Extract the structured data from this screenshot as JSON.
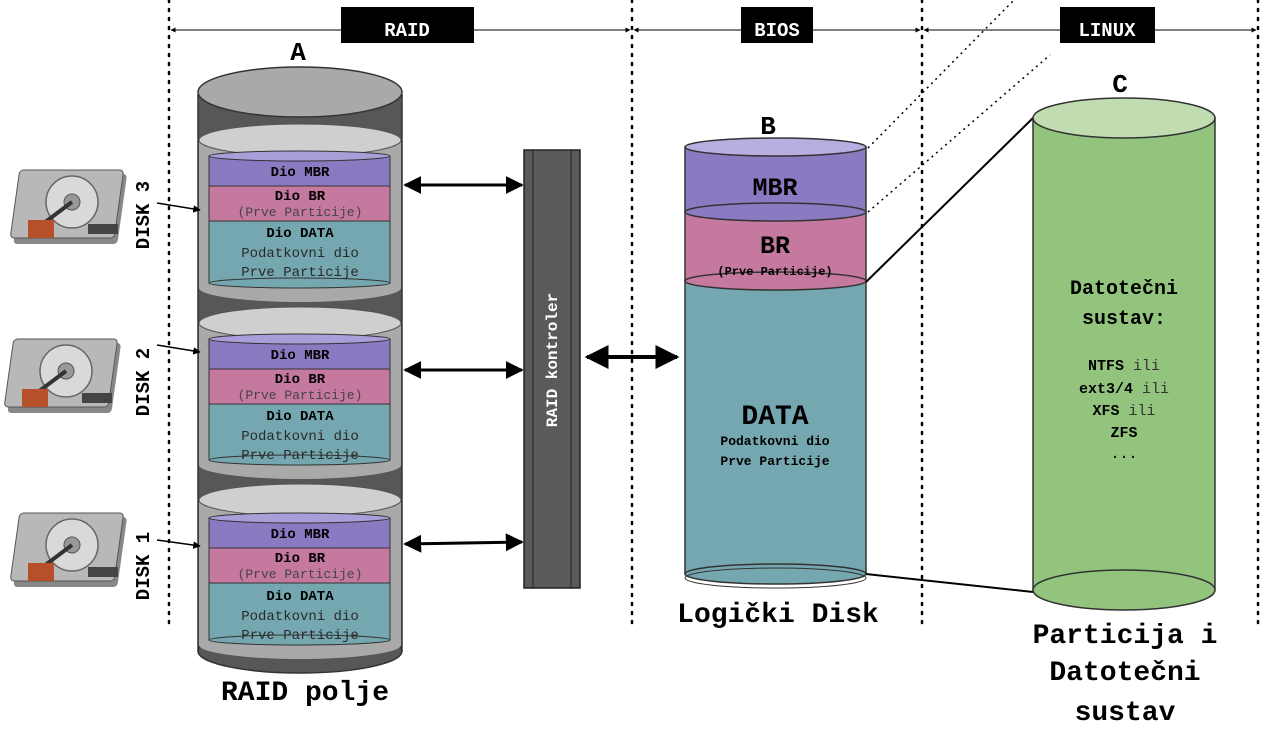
{
  "header": {
    "raid_label": "RAID",
    "bios_label": "BIOS",
    "linux_label": "LINUX"
  },
  "raid_array": {
    "letter": "A",
    "caption": "RAID polje",
    "disks": [
      {
        "disk_label": "DISK 3",
        "mbr": "Dio MBR",
        "br": "Dio BR",
        "br_sub": "(Prve Particije)",
        "data": "Dio DATA",
        "data_sub1": "Podatkovni dio",
        "data_sub2": "Prve Particije"
      },
      {
        "disk_label": "DISK 2",
        "mbr": "Dio MBR",
        "br": "Dio BR",
        "br_sub": "(Prve Particije)",
        "data": "Dio DATA",
        "data_sub1": "Podatkovni dio",
        "data_sub2": "Prve Particije"
      },
      {
        "disk_label": "DISK 1",
        "mbr": "Dio MBR",
        "br": "Dio BR",
        "br_sub": "(Prve Particije)",
        "data": "Dio DATA",
        "data_sub1": "Podatkovni dio",
        "data_sub2": "Prve Particije"
      }
    ]
  },
  "controller": {
    "label": "RAID kontroler"
  },
  "logical_disk": {
    "letter": "B",
    "caption": "Logički Disk",
    "mbr": "MBR",
    "br": "BR",
    "br_sub": "(Prve Particije)",
    "data": "DATA",
    "data_sub1": "Podatkovni dio",
    "data_sub2": "Prve Particije"
  },
  "filesystem": {
    "letter": "C",
    "caption_line1": "Particija i",
    "caption_line2": "Datotečni",
    "caption_line3": "sustav",
    "title_line1": "Datotečni",
    "title_line2": "sustav:",
    "fs_items": [
      {
        "name": "NTFS",
        "suffix": " ili"
      },
      {
        "name": "ext3/4",
        "suffix": " ili"
      },
      {
        "name": "XFS",
        "suffix": " ili"
      },
      {
        "name": "ZFS",
        "suffix": ""
      }
    ],
    "ellipsis": "..."
  },
  "colors": {
    "mbr": "#8b7ac2",
    "br": "#c6799f",
    "data": "#75a7b0",
    "fs_green": "#93c47d",
    "fs_top": "#c0dcb0",
    "disk_gray": "#575757",
    "disk_light": "#a9a9a9"
  }
}
